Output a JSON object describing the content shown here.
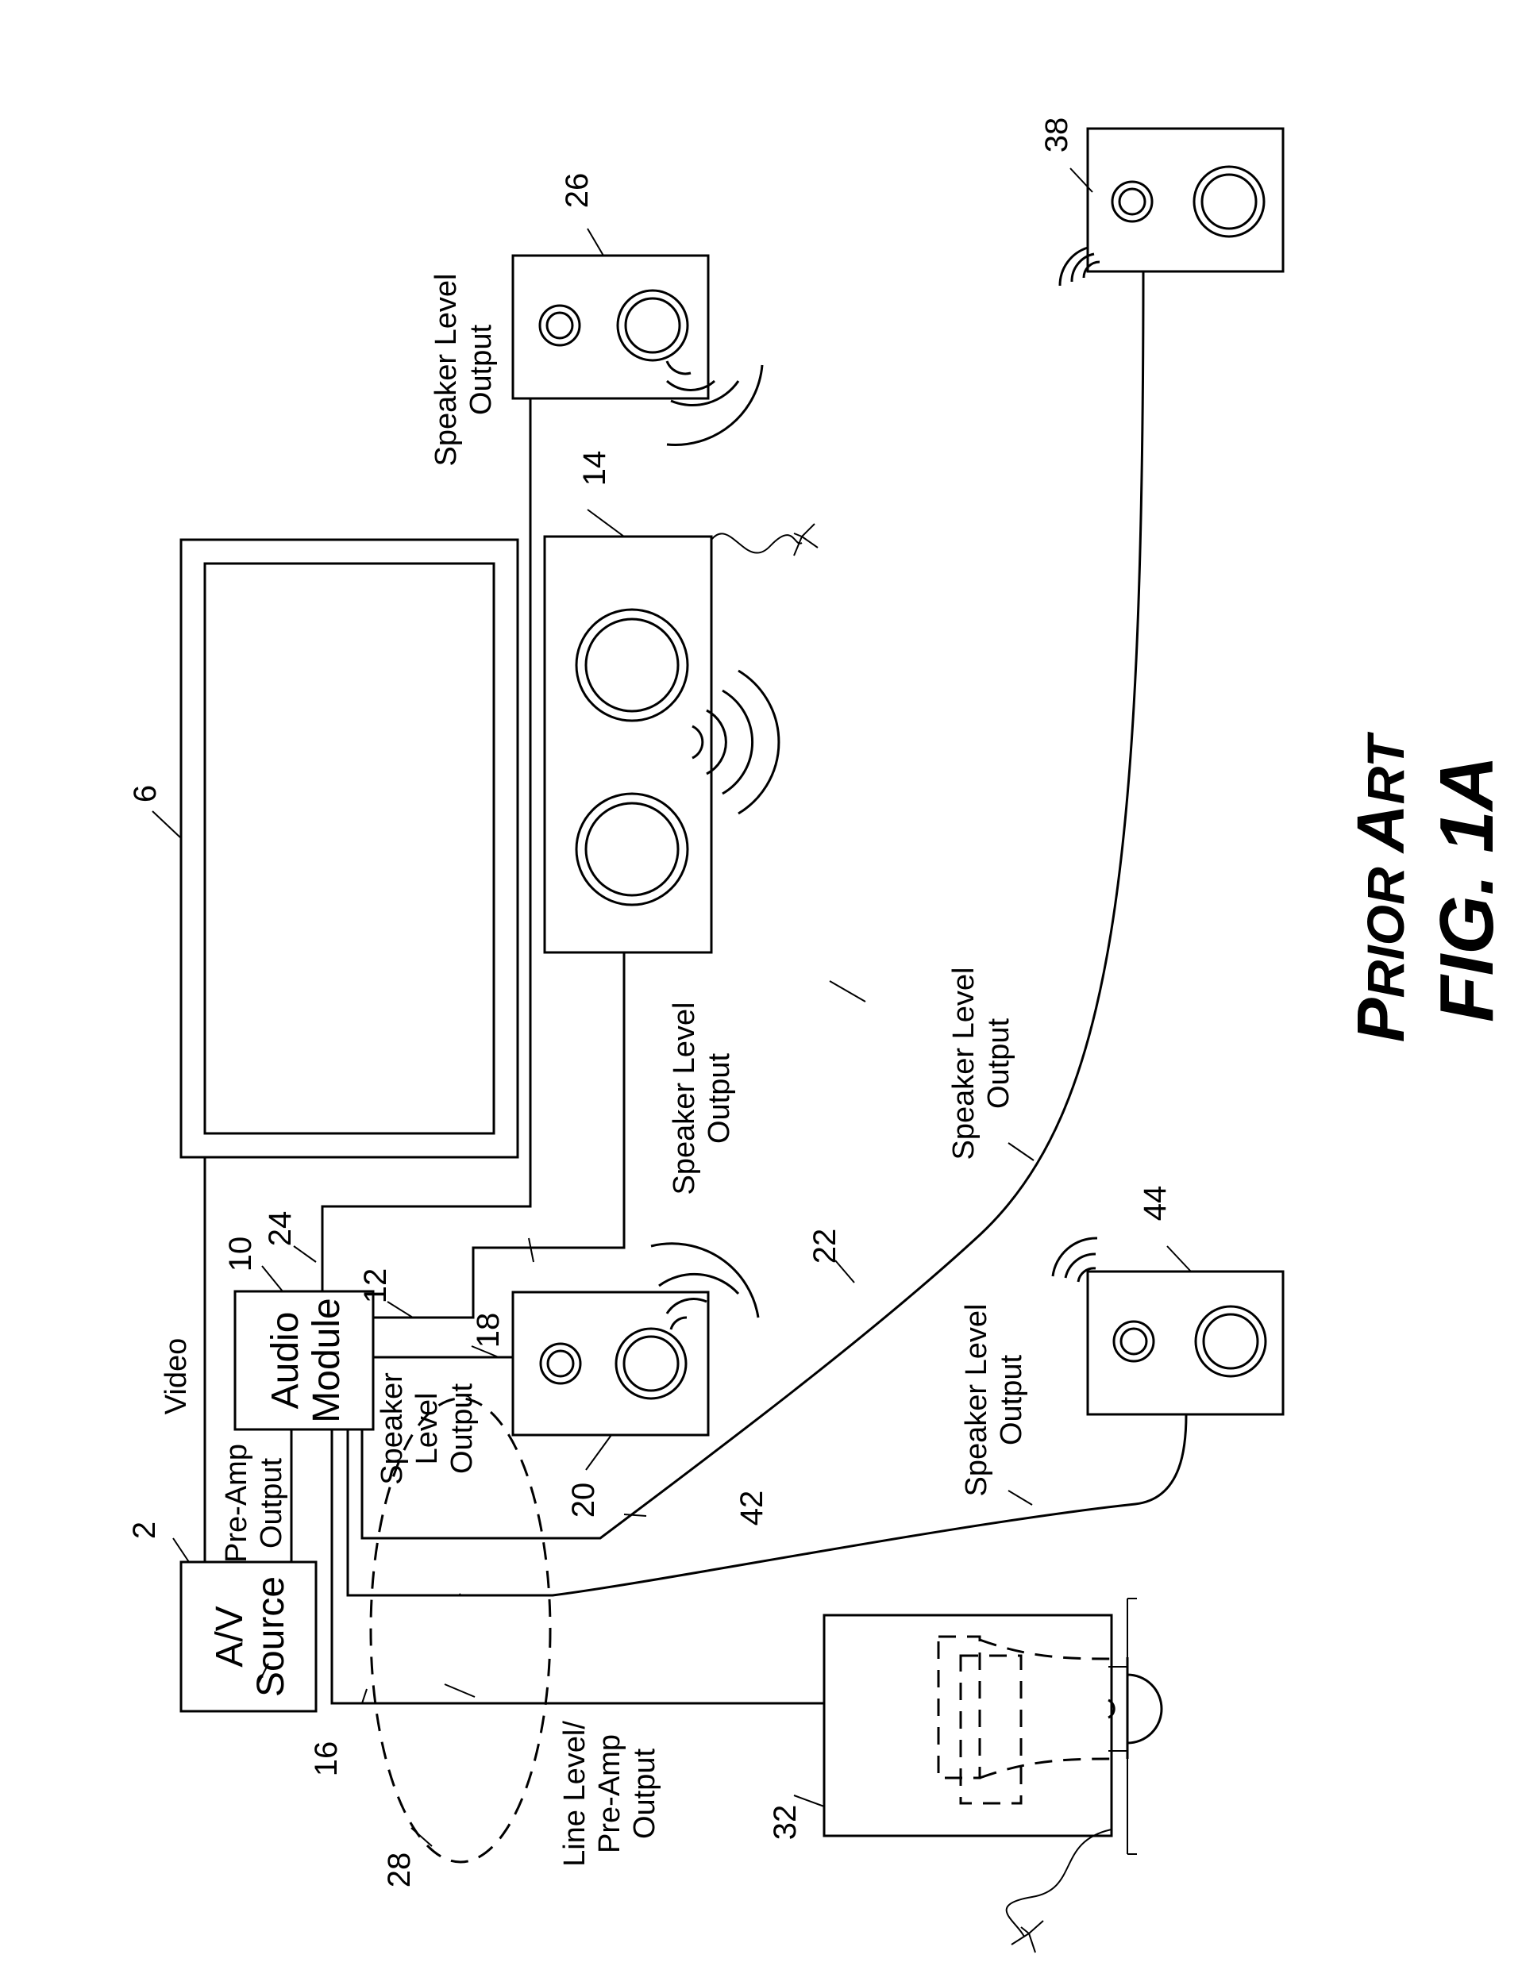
{
  "title": {
    "prior_art_big1": "P",
    "prior_art_small1": "RIOR ",
    "prior_art_big2": "A",
    "prior_art_small2": "RT",
    "figure": "FIG. 1A"
  },
  "components": {
    "av_source": {
      "line1": "A/V",
      "line2": "Source",
      "ref": "2"
    },
    "audio_module": {
      "line1": "Audio",
      "line2": "Module",
      "ref": "10"
    },
    "display": {
      "ref": "6"
    },
    "center_speaker": {
      "ref": "14"
    },
    "speaker_26": {
      "ref": "26"
    },
    "speaker_20": {
      "ref": "20"
    },
    "speaker_38": {
      "ref": "38"
    },
    "speaker_44": {
      "ref": "44"
    },
    "subwoofer": {
      "ref": "32"
    }
  },
  "connections": {
    "video": "Video",
    "preamp": {
      "line1": "Pre-Amp",
      "line2": "Output"
    },
    "speaker_out_26": {
      "line1": "Speaker Level",
      "line2": "Output"
    },
    "speaker_out_14": {
      "line1": "Speaker Level",
      "line2": "Output"
    },
    "speaker_out_38": {
      "line1": "Speaker Level",
      "line2": "Output"
    },
    "speaker_out_44": {
      "line1": "Speaker Level",
      "line2": "Output"
    },
    "speaker_out_20": {
      "line1": "Speaker",
      "line2": "Level",
      "line3": "Output"
    },
    "line_level": {
      "line1": "Line Level/",
      "line2": "Pre-Amp",
      "line3": "Output"
    },
    "refs": {
      "r24": "24",
      "r12": "12",
      "r18": "18",
      "r22": "22",
      "r42": "42",
      "r16": "16",
      "r28": "28"
    }
  }
}
